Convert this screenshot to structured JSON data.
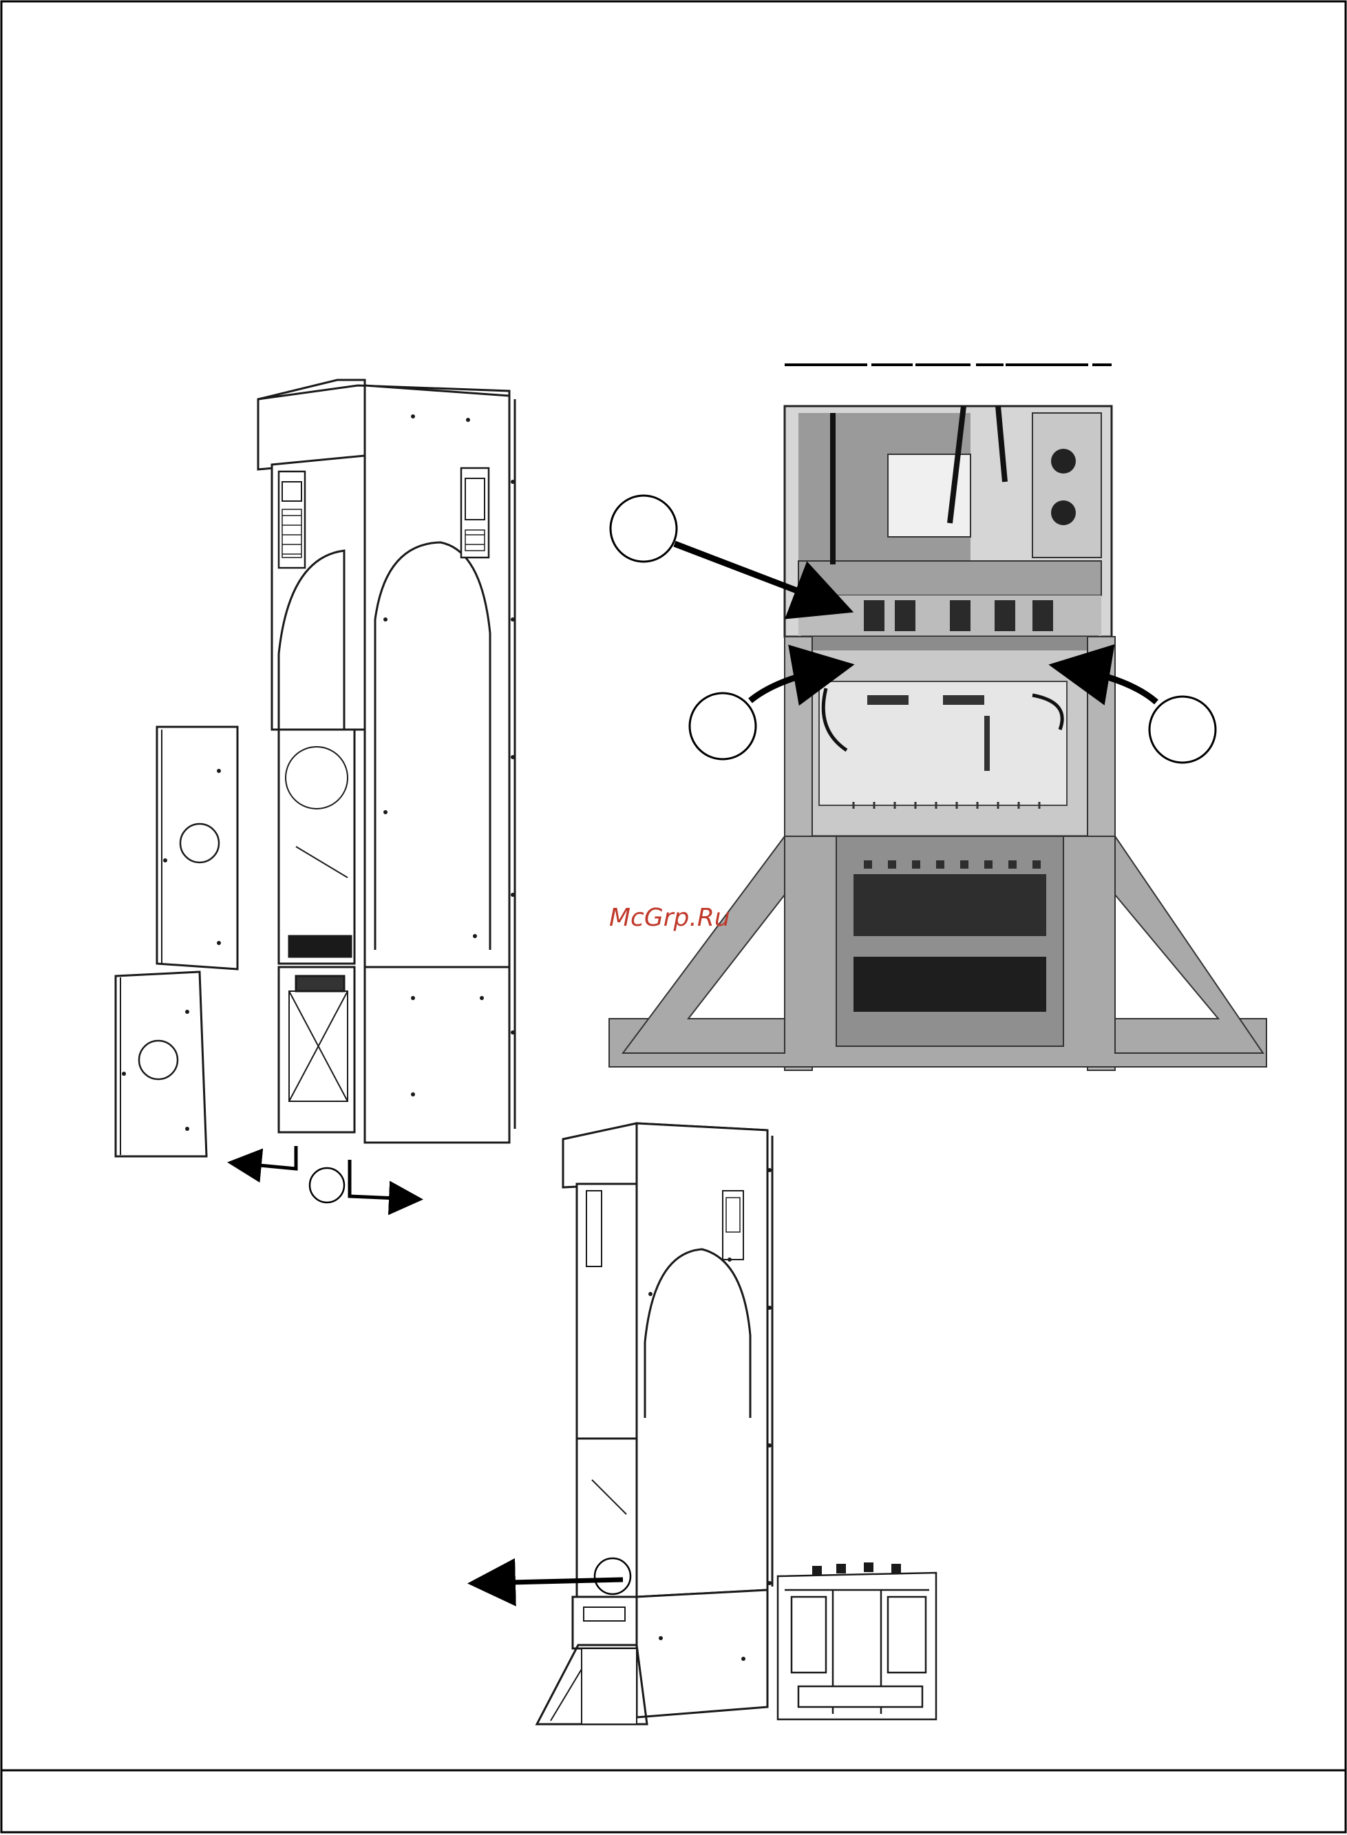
{
  "watermark": {
    "text": "McGrp.Ru",
    "color": "#c0392b"
  },
  "callouts": [
    {
      "id": "callout-top-photo",
      "label": ""
    },
    {
      "id": "callout-left-photo",
      "label": ""
    },
    {
      "id": "callout-right-photo",
      "label": ""
    },
    {
      "id": "callout-side-panel-upper",
      "label": ""
    },
    {
      "id": "callout-side-panel-lower",
      "label": ""
    },
    {
      "id": "callout-bottom-cabinet-top",
      "label": ""
    },
    {
      "id": "callout-bottom-cabinet-pull",
      "label": ""
    }
  ],
  "colors": {
    "line": "#1a1a1a",
    "photo_gray": "#a9a9a9",
    "photo_dark": "#3a3a3a",
    "frame": "#000000"
  }
}
